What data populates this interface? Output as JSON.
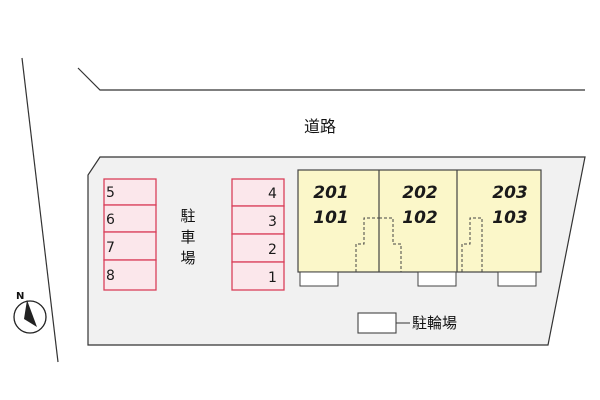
{
  "road": {
    "label": "道路"
  },
  "parking": {
    "label": [
      "駐",
      "車",
      "場"
    ],
    "left_slots": [
      "5",
      "6",
      "7",
      "8"
    ],
    "right_slots": [
      "4",
      "3",
      "2",
      "1"
    ]
  },
  "building": {
    "units": [
      {
        "upper": "201",
        "lower": "101"
      },
      {
        "upper": "202",
        "lower": "102"
      },
      {
        "upper": "203",
        "lower": "103"
      }
    ]
  },
  "bicycle_parking": {
    "label": "駐輪場"
  },
  "compass": {
    "north": "N"
  },
  "colors": {
    "slot_border": "#d9405a",
    "slot_fill": "#fbe7eb",
    "building_fill": "#fbf7c9",
    "lot_fill": "#f1f1f1",
    "outline": "#333333"
  }
}
